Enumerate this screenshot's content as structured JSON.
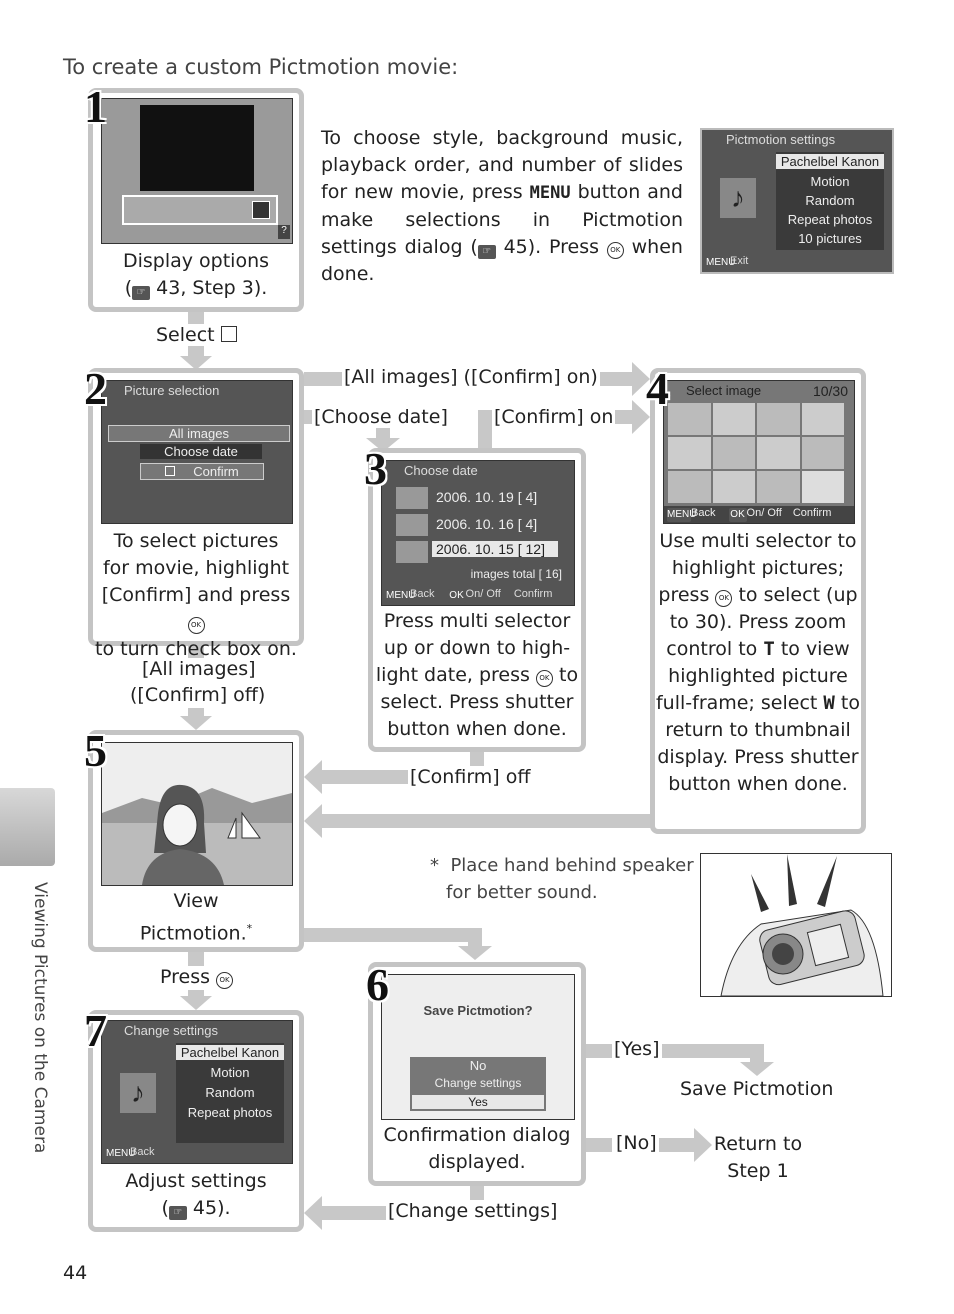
{
  "heading": "To create a custom Pictmotion movie:",
  "page_number": "44",
  "side_tab": "Viewing Pictures on the Camera",
  "step_numbers": [
    "1",
    "2",
    "3",
    "4",
    "5",
    "6",
    "7"
  ],
  "step1": {
    "caption_line1": "Display options",
    "caption_line2": "(",
    "caption_line2b": "43, Step 3)."
  },
  "intro": {
    "text_a": "To choose style, background music, playback order, and number of slides for new movie, press",
    "menu_word": "MENU",
    "text_b": "button and make selections in Pictmotion settings dialog (",
    "text_c": "45).  Press",
    "text_d": "when done."
  },
  "settings_screen": {
    "title": "Pictmotion settings",
    "items": [
      "Pachelbel Kanon",
      "Motion",
      "Random",
      "Repeat photos",
      "10 pictures"
    ],
    "footer": "Exit",
    "menu_badge": "MENU"
  },
  "select_label": "Select",
  "step2": {
    "screen_title": "Picture selection",
    "items": [
      "All images",
      "Choose date",
      "Confirm"
    ],
    "caption": [
      "To select pictures",
      "for movie, highlight",
      "[Confirm] and press",
      "to turn check box on."
    ]
  },
  "arrows": {
    "all_images_confirm_on": "[All images] ([Confirm] on)",
    "choose_date": "[Choose date]",
    "confirm_on": "[Confirm] on",
    "all_images_confirm_off_1": "[All images]",
    "all_images_confirm_off_2": "([Confirm] off)",
    "confirm_off": "[Confirm] off",
    "yes": "[Yes]",
    "no": "[No]",
    "change_settings": "[Change settings]",
    "press": "Press"
  },
  "step3": {
    "screen_title": "Choose date",
    "dates": [
      "2006. 10. 19 [     4]",
      "2006. 10. 16 [     4]",
      "2006. 10. 15 [   12]"
    ],
    "total": "images total [   16]",
    "footer": [
      "Back",
      "On/ Off",
      "Confirm"
    ],
    "caption": [
      "Press multi selector",
      "up or down to high-",
      "light date, press",
      "to",
      "select. Press shutter",
      "button when done."
    ]
  },
  "step4": {
    "screen_title": "Select image",
    "counter": "10/30",
    "footer": [
      "Back",
      "On/ Off",
      "Confirm"
    ],
    "caption": [
      "Use multi selector to",
      "highlight pictures;",
      "press",
      "to select (up",
      "to 30).  Press zoom",
      "control to",
      "to view",
      "highlighted picture",
      "full-frame; select",
      "to",
      "return to thumbnail",
      "display. Press shutter",
      "button when done."
    ],
    "t_glyph": "T",
    "w_glyph": "W"
  },
  "step5": {
    "caption_line1": "View",
    "caption_line2": "Pictmotion.",
    "asterisk": "*"
  },
  "note": {
    "star": "*",
    "line1": "Place hand behind speaker",
    "line2": "for better sound."
  },
  "step6": {
    "screen_title": "Save Pictmotion?",
    "options": [
      "No",
      "Change settings",
      "Yes"
    ],
    "caption": [
      "Confirmation dialog",
      "displayed."
    ]
  },
  "outcomes": {
    "save": "Save Pictmotion",
    "return_1": "Return to",
    "return_2": "Step 1"
  },
  "step7": {
    "screen_title": "Change settings",
    "items": [
      "Pachelbel Kanon",
      "Motion",
      "Random",
      "Repeat photos"
    ],
    "footer": "Back",
    "caption_line1": "Adjust settings",
    "caption_line2": "(",
    "caption_line2b": "45)."
  },
  "ok_glyph": "OK",
  "book_glyph": "☞",
  "colors": {
    "arrow": "#c8c8c8",
    "screen_bg": "#555555",
    "box_border": "#c4c4c4"
  }
}
